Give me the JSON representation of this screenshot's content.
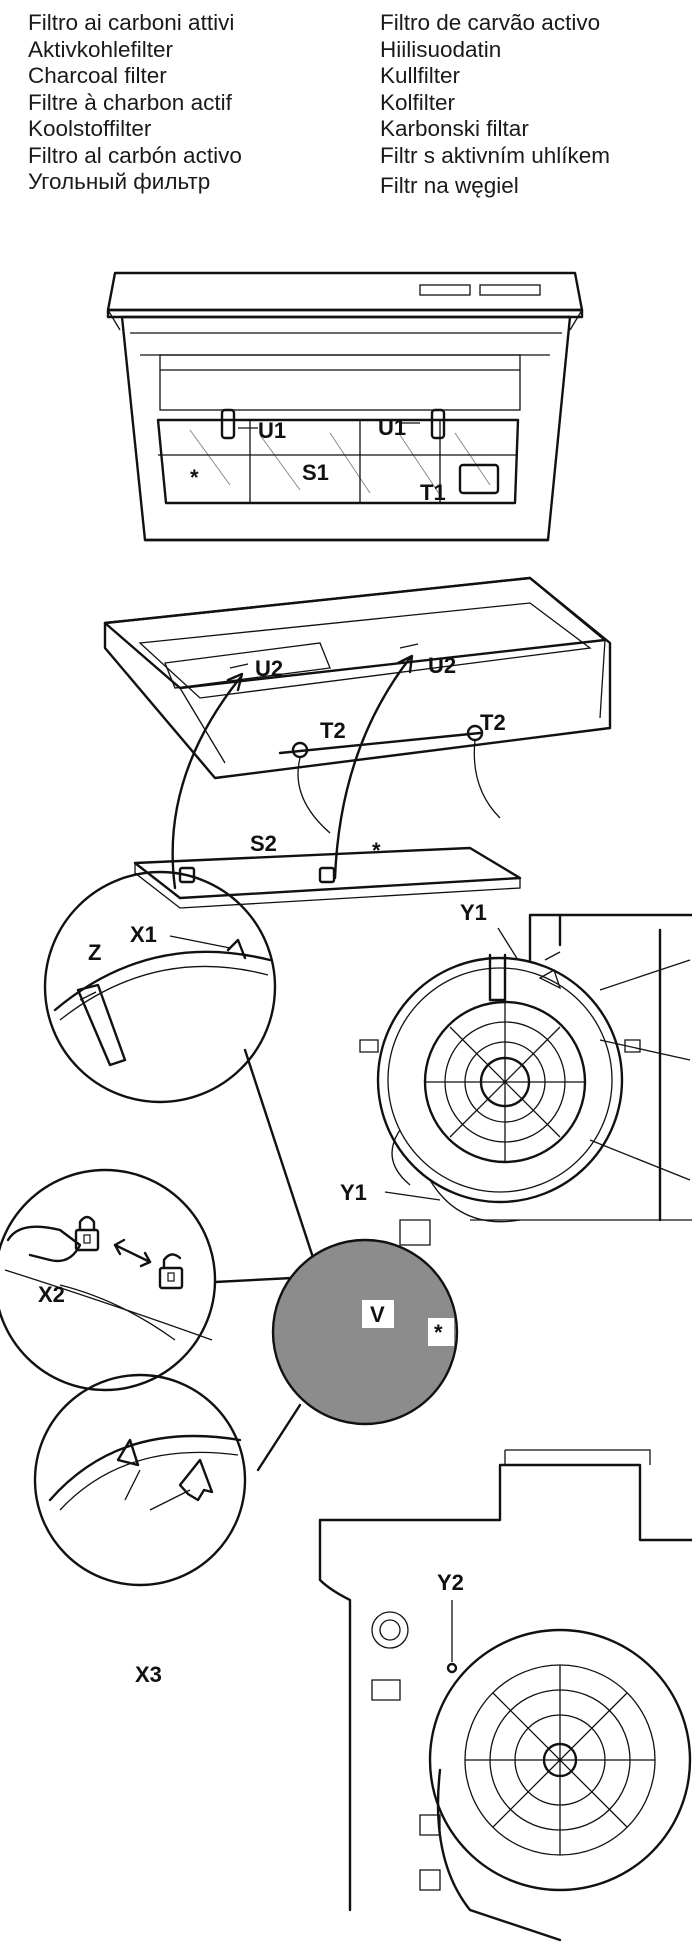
{
  "languages_left": [
    "Filtro ai carboni attivi",
    "Aktivkohlefilter",
    "Charcoal filter",
    "Filtre à charbon actif",
    "Koolstoffilter",
    "Filtro al carbón activo",
    "Угольный фильтр"
  ],
  "languages_right": [
    "Filtro de carvão activo",
    "Hiilisuodatin",
    "Kullfilter",
    "Kolfilter",
    "Karbonski filtar",
    "Filtr s aktivním uhlíkem",
    "Filtr na węgiel"
  ],
  "figure1": {
    "u1_left": "U1",
    "u1_right": "U1",
    "s1": "S1",
    "t1": "T1",
    "asterisk": "*"
  },
  "figure2": {
    "u2_left": "U2",
    "u2_right": "U2",
    "t2_left": "T2",
    "t2_right": "T2",
    "s2": "S2",
    "asterisk": "*"
  },
  "figure3": {
    "y1_top": "Y1",
    "y1_bottom": "Y1",
    "z": "Z",
    "x1": "X1",
    "x2": "X2",
    "x3": "X3",
    "v": "V",
    "asterisk": "*"
  },
  "figure4": {
    "y2": "Y2"
  },
  "colors": {
    "motor_circle": "#8c8c8c",
    "ink": "#111111"
  }
}
